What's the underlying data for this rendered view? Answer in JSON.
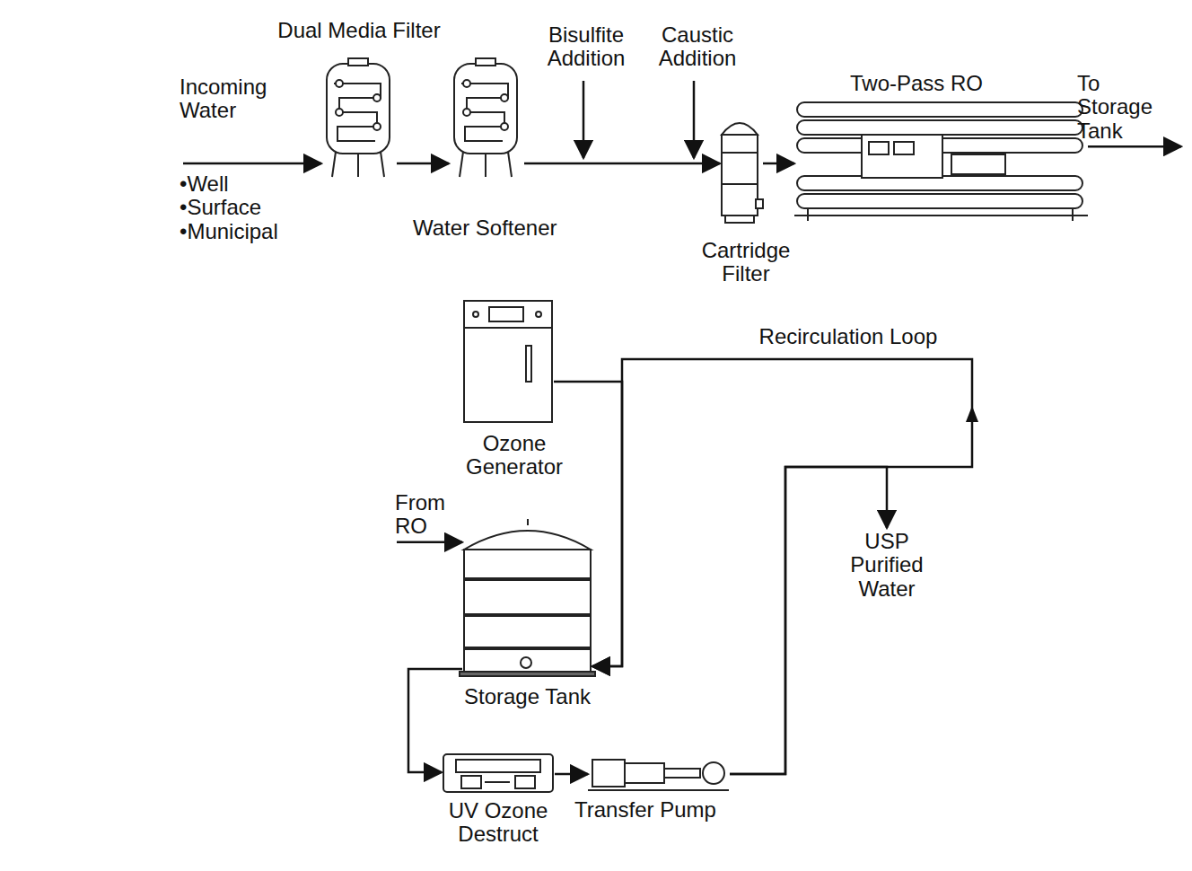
{
  "diagram": {
    "nodes": [
      {
        "text": [
          "Incoming Water",
          "•Well •Surface •Municipal"
        ]
      },
      {
        "text": [
          "Dual Media Filter"
        ]
      },
      {
        "text": [
          "Water Softener"
        ]
      },
      {
        "text": [
          "Cartridge Filter"
        ]
      },
      {
        "text": [
          "Two-Pass RO"
        ]
      },
      {
        "text": [
          "To Storage Tank"
        ]
      },
      {
        "text": [
          "Ozone Generator"
        ]
      },
      {
        "text": [
          "Storage Tank"
        ]
      },
      {
        "text": [
          "From RO"
        ]
      },
      {
        "text": [
          "UV Ozone Destruct"
        ]
      },
      {
        "text": [
          "Transfer Pump"
        ]
      },
      {
        "text": [
          "USP Purified Water"
        ]
      }
    ],
    "edges": [
      {
        "from": 0,
        "to": 1,
        "arrow": "to"
      },
      {
        "from": 1,
        "to": 2,
        "arrow": "to"
      },
      {
        "from": 2,
        "to": 3,
        "arrow": "to"
      },
      {
        "from": 3,
        "to": 4,
        "arrow": "to"
      },
      {
        "from": 4,
        "to": 5,
        "arrow": "to"
      },
      {
        "from": 8,
        "to": 7,
        "arrow": "to"
      },
      {
        "from": 7,
        "to": 9,
        "arrow": "to"
      },
      {
        "from": 9,
        "to": 10,
        "arrow": "to"
      },
      {
        "from": 10,
        "to": 7,
        "arrow": "to"
      },
      {
        "from": 6,
        "to": 7,
        "arrow": "to"
      },
      {
        "from": 10,
        "to": 11,
        "arrow": "to"
      }
    ],
    "labels": [
      "Bisulfite Addition",
      "Caustic Addition",
      "Recirculation Loop"
    ]
  }
}
